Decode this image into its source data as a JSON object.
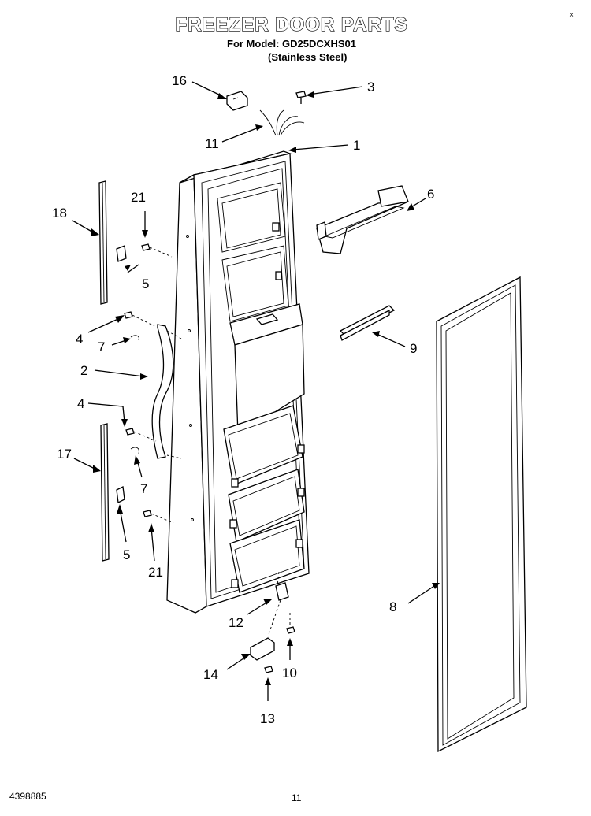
{
  "title": "FREEZER DOOR PARTS",
  "model_line": "For Model: GD25DCXHS01",
  "finish_line": "(Stainless Steel)",
  "doc_number": "4398885",
  "page_number": "11",
  "corner_mark": "×",
  "callouts": {
    "c1": "1",
    "c2": "2",
    "c3": "3",
    "c4a": "4",
    "c4b": "4",
    "c5a": "5",
    "c5b": "5",
    "c6": "6",
    "c7a": "7",
    "c7b": "7",
    "c8": "8",
    "c9": "9",
    "c10": "10",
    "c11": "11",
    "c12": "12",
    "c13": "13",
    "c14": "14",
    "c16": "16",
    "c17": "17",
    "c18": "18",
    "c21a": "21",
    "c21b": "21"
  }
}
